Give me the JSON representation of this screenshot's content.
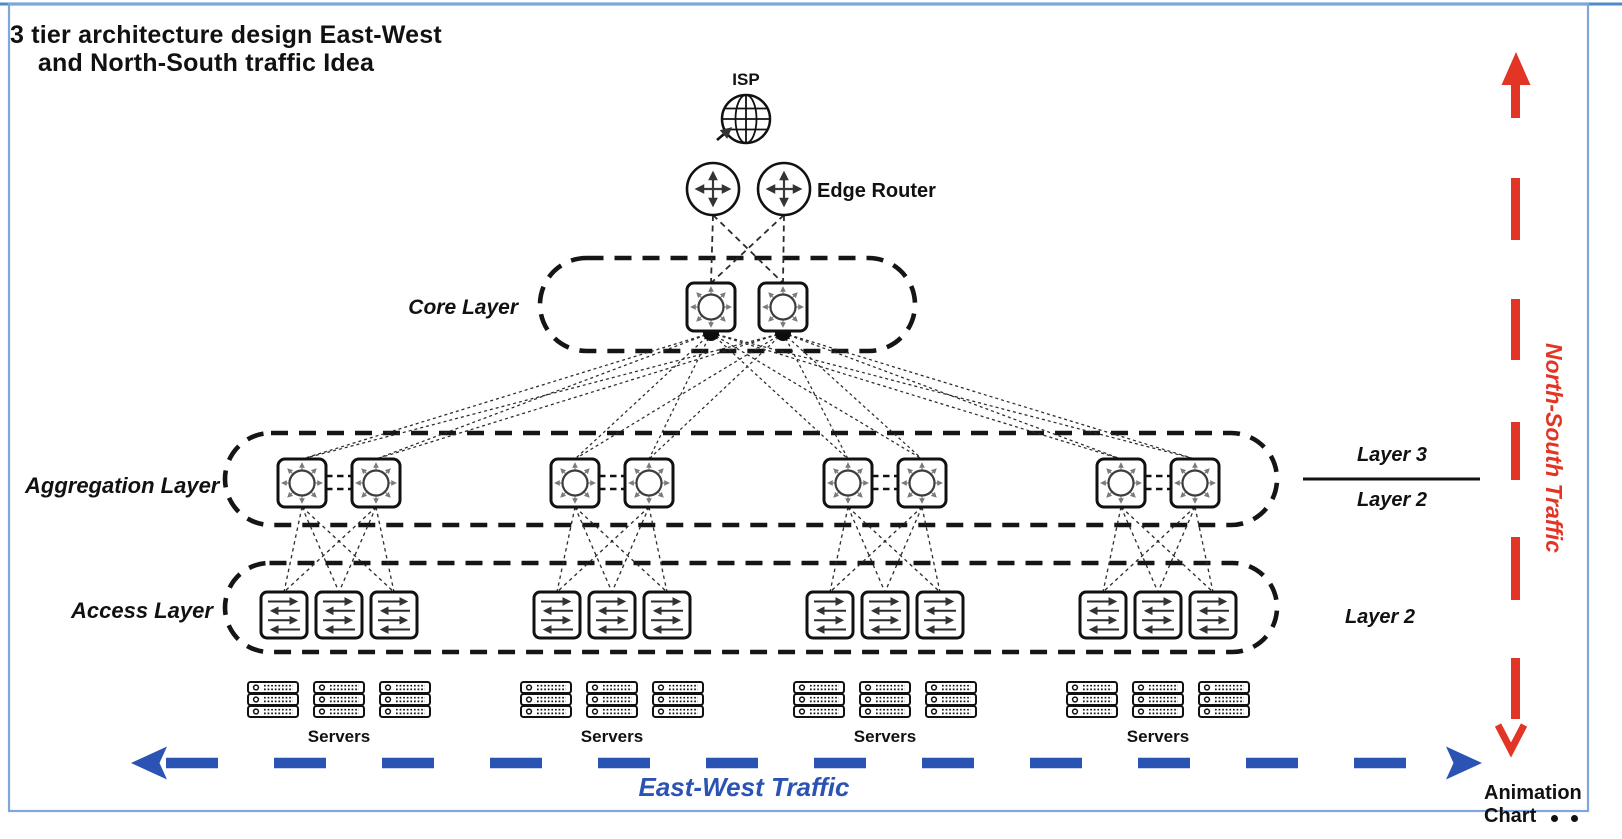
{
  "title": {
    "line1": "3 tier architecture design East-West",
    "line2": "and North-South traffic Idea"
  },
  "internet": {
    "isp_label": "ISP",
    "edge_router_label": "Edge Router",
    "edge_router_count": 2
  },
  "layer_bands": [
    {
      "id": "core",
      "label": "Core Layer",
      "switch_count": 2
    },
    {
      "id": "aggregation",
      "label": "Aggregation Layer",
      "switch_count": 8
    },
    {
      "id": "access",
      "label": "Access Layer",
      "switch_count": 12
    }
  ],
  "side_annotations": {
    "upper_top": "Layer 3",
    "upper_bottom": "Layer 2",
    "lower": "Layer 2"
  },
  "server_groups": {
    "label": "Servers",
    "group_count": 4,
    "stacks_per_group": 3,
    "units_per_stack": 3
  },
  "traffic_arrows": {
    "north_south": {
      "label": "North-South Traffic",
      "color": "#e23526",
      "direction": "vertical"
    },
    "east_west": {
      "label": "East-West Traffic",
      "color": "#2b53b4",
      "direction": "horizontal"
    }
  },
  "watermark": {
    "line1": "Animation",
    "line2": "Chart",
    "bullet_count": 2
  },
  "icons": {
    "globe": "globe-icon",
    "router": "edge-router-icon",
    "multilayer_switch": "multilayer-switch-icon",
    "access_switch": "access-switch-icon",
    "server": "server-stack-icon"
  },
  "colors": {
    "ink": "#111111",
    "frame": "#7ea8dc",
    "frame_top": "#4d8bcd",
    "red": "#e23526",
    "blue": "#2b53b4"
  }
}
